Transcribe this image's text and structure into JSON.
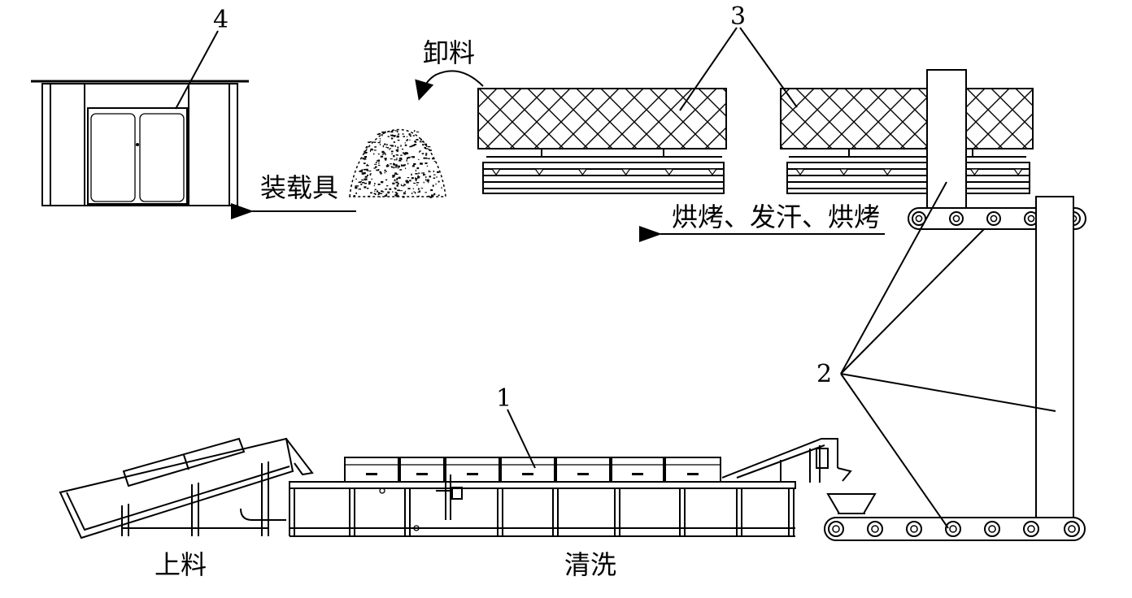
{
  "labels": {
    "part1": "1",
    "part2": "2",
    "part3": "3",
    "part4": "4",
    "unload": "卸料",
    "loader": "装载具",
    "bake_sweat_bake": "烘烤、发汗、烘烤",
    "feed": "上料",
    "wash": "清洗"
  }
}
